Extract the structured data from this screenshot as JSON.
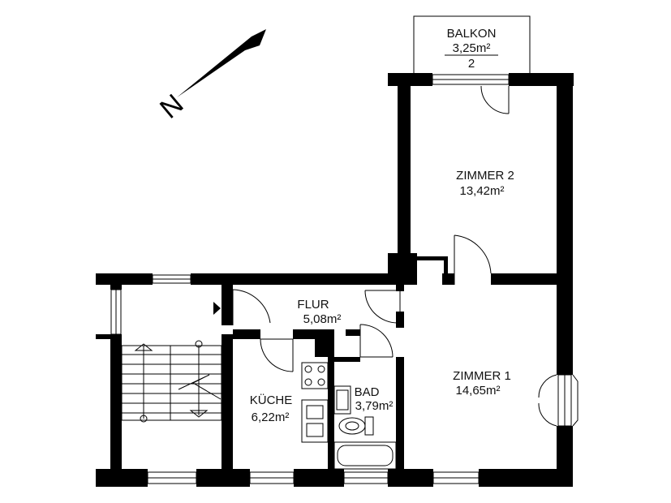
{
  "rooms": {
    "balkon": {
      "name": "BALKON",
      "area": "3,25m²",
      "index": "2"
    },
    "zimmer2": {
      "name": "ZIMMER 2",
      "area": "13,42m²"
    },
    "zimmer1": {
      "name": "ZIMMER 1",
      "area": "14,65m²"
    },
    "flur": {
      "name": "FLUR",
      "area": "5,08m²"
    },
    "kueche": {
      "name": "KÜCHE",
      "area": "6,22m²"
    },
    "bad": {
      "name": "BAD",
      "area": "3,79m²"
    }
  },
  "north": {
    "letter": "N"
  }
}
